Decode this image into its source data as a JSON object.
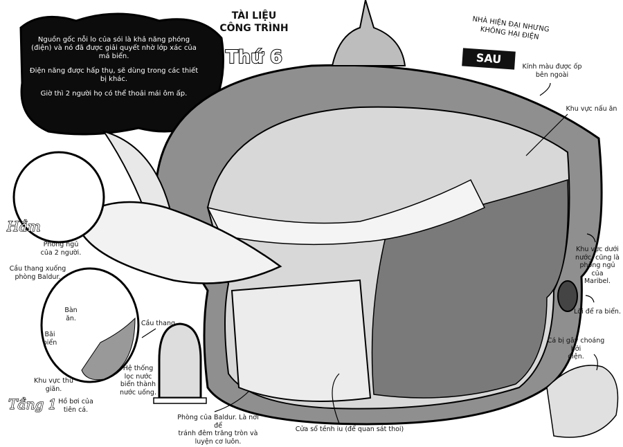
{
  "header": {
    "title_line1": "TÀI LIỆU",
    "title_line2": "CÔNG TRÌNH",
    "number": "Thứ 6"
  },
  "story_box": {
    "paragraphs": [
      "Nguồn gốc nỗi lo của sói là khả năng phóng (điện) và nó đã được giải quyết nhờ lớp xác của má biển.",
      "Điện năng được hấp thụ, sẽ dùng trong các thiết bị khác.",
      "Giờ thì 2 người họ có thể thoải mái ôm ấp."
    ]
  },
  "banner": {
    "text": "NHÀ HIỆN ĐẠI NHƯNG\nKHÔNG HẠI ĐIỆN"
  },
  "view_tag": "SAU",
  "floors": {
    "basement": "Hầm",
    "floor1": "Tầng 1"
  },
  "annotations": {
    "stained_glass": "Kính màu được ốp\nbên ngoài",
    "kitchen": "Khu vực nấu ăn",
    "bedroom": "Phòng ngủ\ncủa 2 người.",
    "stairs_down": "Cầu thang xuống\nphòng Baldur.",
    "dining": "Bàn\năn.",
    "beach": "Bãi\nbiển",
    "stairs": "Cầu thang.",
    "filter": "Hệ thống\nlọc nước\nbiển thành\nnước uống.",
    "relax": "Khu vực thư\ngiãn.",
    "pool": "Hồ bơi của\ntiên cá.",
    "baldur_room": "Phòng của Baldur. Là nơi để\ntránh đêm trăng tròn và\nluyện cơ luôn.",
    "window": "Cửa sổ tềnh iu (để quan sát thoi)",
    "underwater": "Khu vực dưới\nnước, cũng là\nphòng ngủ của\nMaribel.",
    "exit": "Lối để ra biển.",
    "fish": "Cá bị gây choáng bởi\nđiện."
  },
  "colors": {
    "ink": "#111111",
    "tone": "#9a9a9a",
    "paper": "#ffffff"
  }
}
